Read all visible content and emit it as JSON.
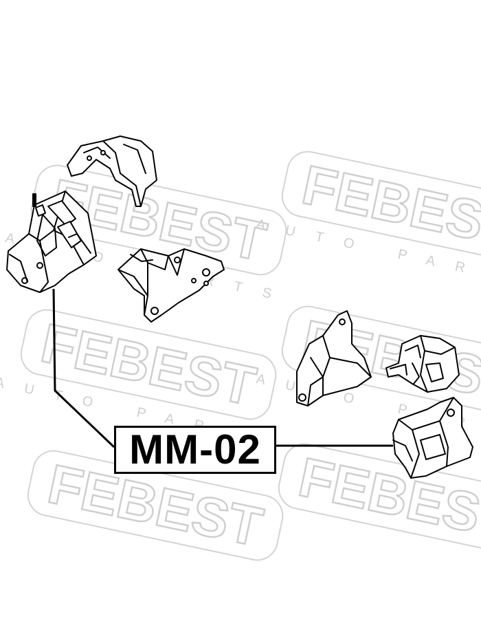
{
  "watermark": {
    "brand": "FEBEST",
    "tagline": "AUTO PARTS",
    "color": "#d9d9d9"
  },
  "part_label": {
    "code": "MM-02"
  },
  "colors": {
    "line": "#000000",
    "background": "#ffffff"
  }
}
